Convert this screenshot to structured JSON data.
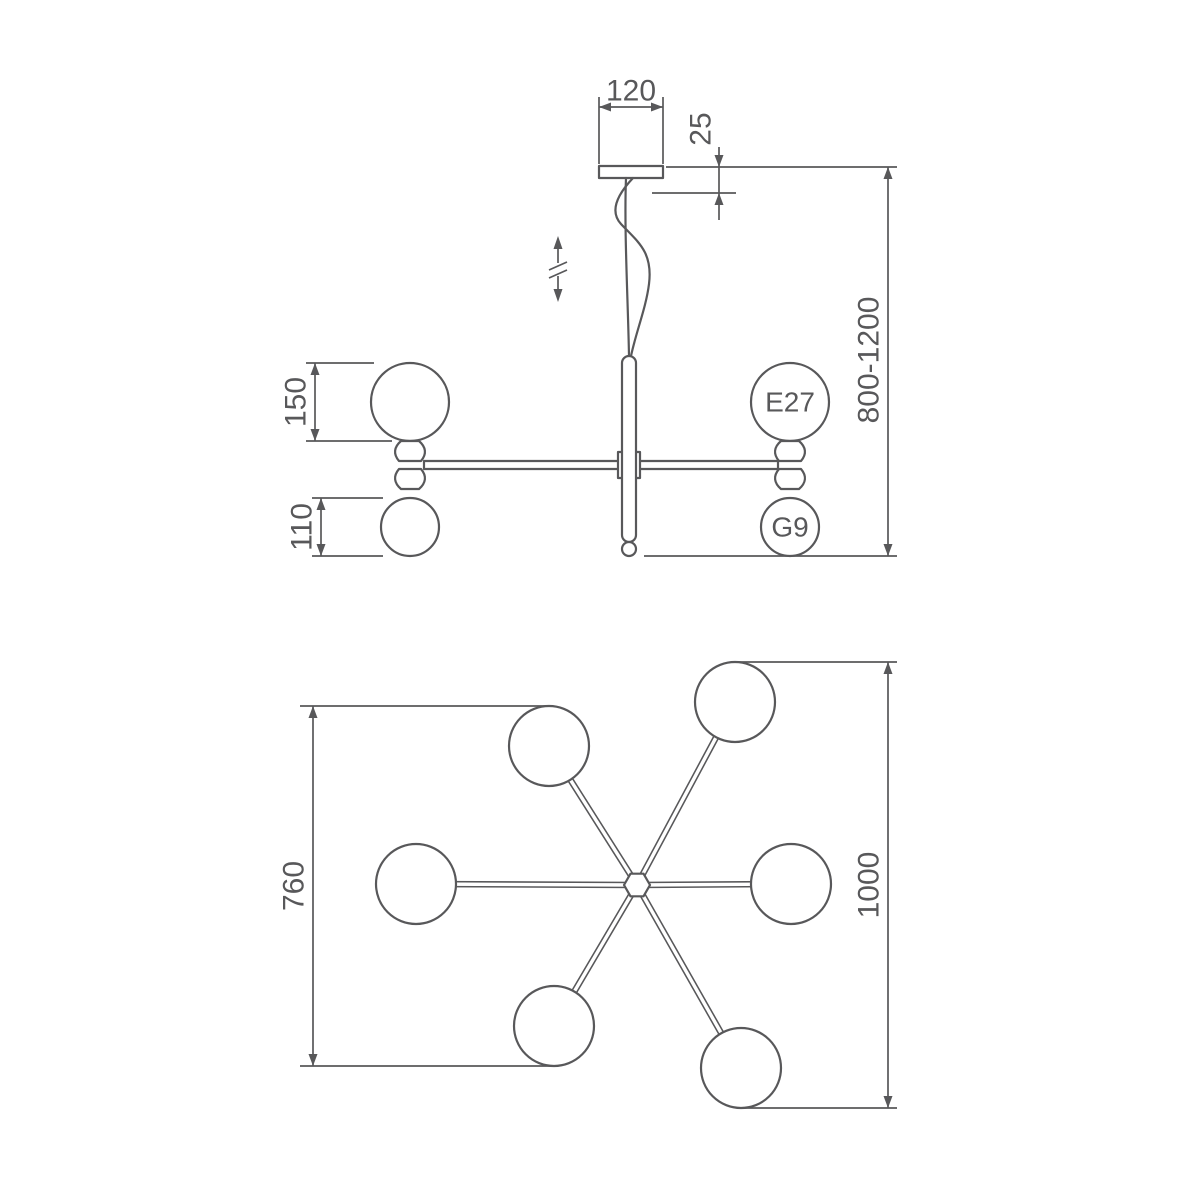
{
  "colors": {
    "line": "#58585a",
    "background": "#ffffff"
  },
  "side_view": {
    "dim_canopy_width": "120",
    "dim_canopy_height": "25",
    "dim_height_range": "800-1200",
    "dim_shade_top": "150",
    "dim_shade_bottom": "110",
    "label_socket_top": "E27",
    "label_socket_bottom": "G9"
  },
  "plan_view": {
    "dim_inner_span": "760",
    "dim_overall_span": "1000"
  }
}
